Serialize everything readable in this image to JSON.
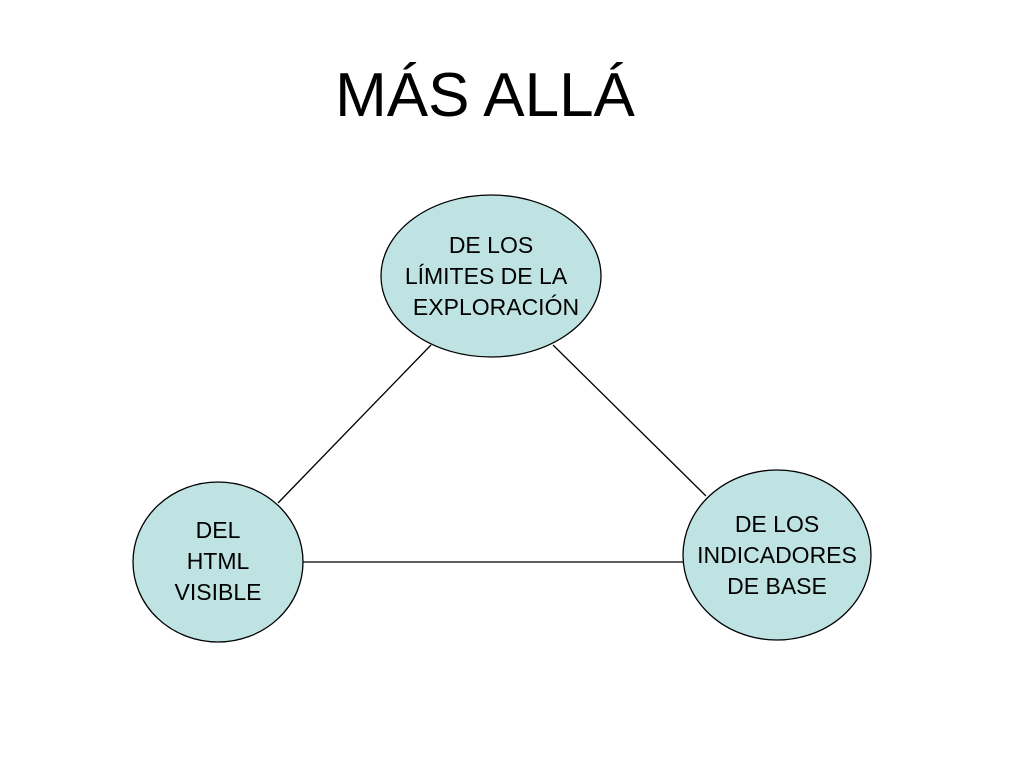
{
  "title": "MÁS ALLÁ",
  "colors": {
    "node_fill": "#bfe3e3",
    "node_stroke": "#000000",
    "edge_stroke": "#000000"
  },
  "nodes": {
    "top": {
      "lines": [
        "DE LOS",
        "LÍMITES DE LA",
        "EXPLORACIÓN"
      ]
    },
    "left": {
      "lines": [
        "DEL",
        "HTML",
        "VISIBLE"
      ]
    },
    "right": {
      "lines": [
        "DE LOS",
        "INDICADORES",
        "DE BASE"
      ]
    }
  }
}
